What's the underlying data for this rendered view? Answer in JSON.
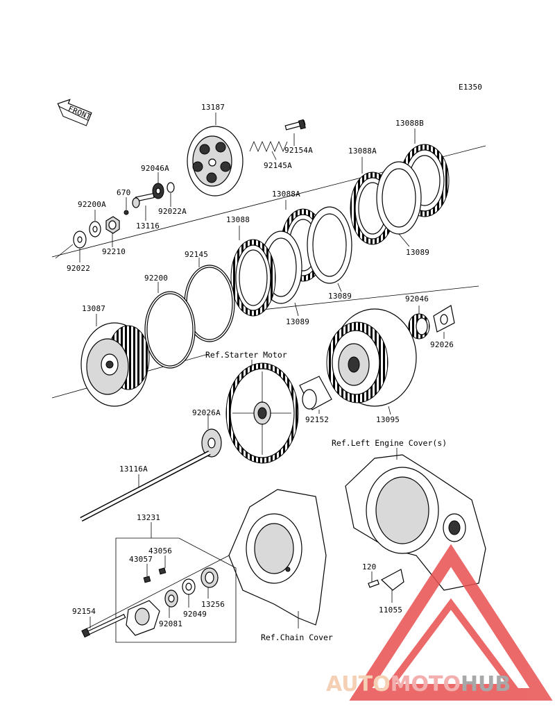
{
  "diagram": {
    "code": "E1350",
    "front_label": "FRONT",
    "parts": [
      "13187",
      "92154A",
      "13088B",
      "92145A",
      "13088A",
      "92046A",
      "670",
      "92200A",
      "92022A",
      "13116",
      "92210",
      "92022",
      "13088",
      "92145",
      "13089",
      "92200",
      "13087",
      "92046",
      "92026",
      "92152",
      "13095",
      "92026A",
      "13116A",
      "13231",
      "43056",
      "43057",
      "13256",
      "92049",
      "92081",
      "92154",
      "120",
      "11055"
    ],
    "refs": {
      "starter_motor": "Ref.Starter Motor",
      "left_engine_cover": "Ref.Left Engine Cover(s)",
      "chain_cover": "Ref.Chain Cover"
    }
  },
  "watermark": {
    "part1": "AUTO",
    "part2": "MOTO",
    "part3": "HUB",
    "colors": {
      "auto": "#f4c8a8",
      "moto": "#f2a0a0",
      "hub": "#9a9a9a",
      "triangle": "#e85050"
    }
  }
}
